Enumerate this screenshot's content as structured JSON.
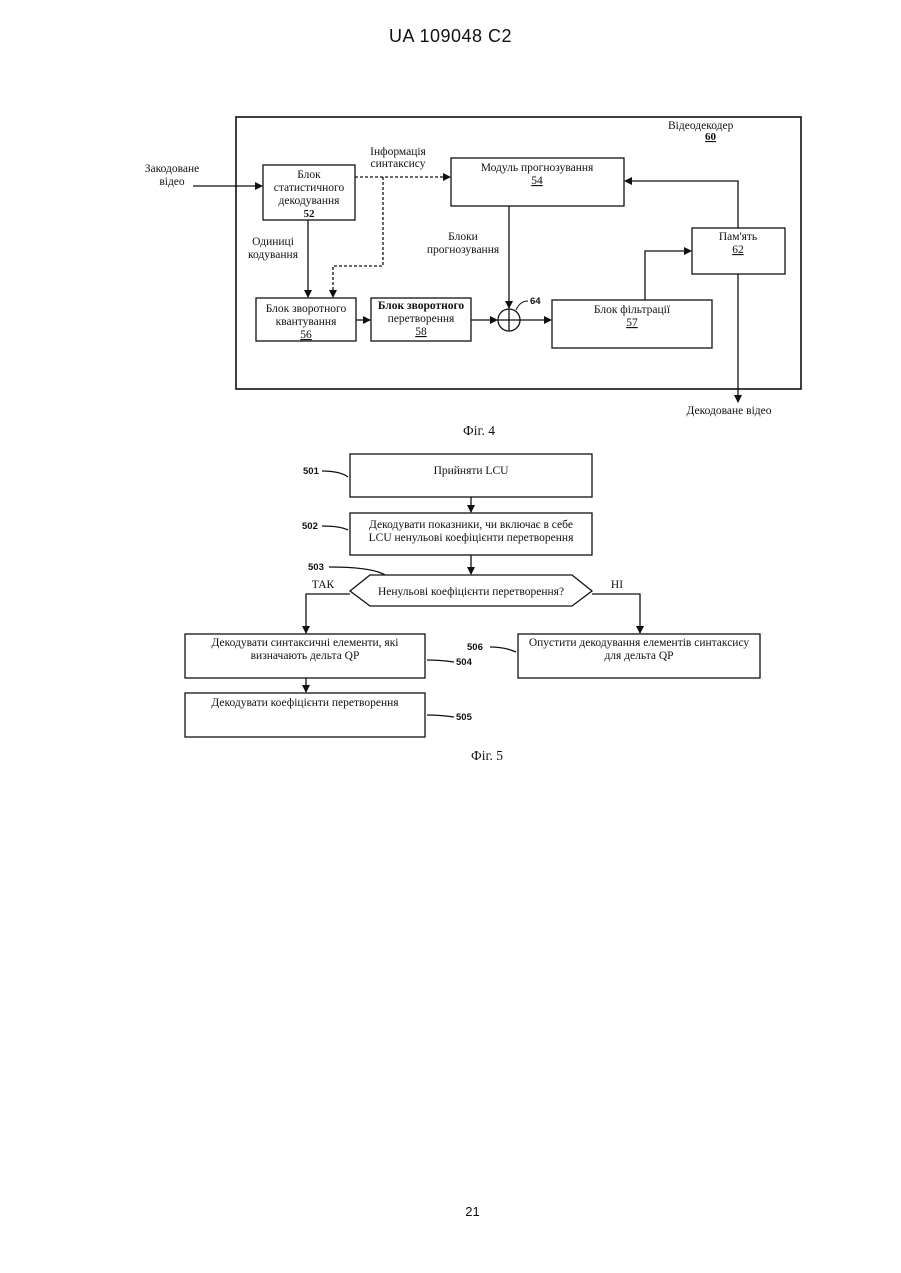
{
  "page": {
    "header": "UA   109048   C2",
    "page_number": "21"
  },
  "fig4": {
    "caption": "Фіг. 4",
    "decoder_label": "Відеодекодер",
    "decoder_num": "60",
    "input_label": [
      "Закодоване",
      "відео"
    ],
    "output_label": "Декодоване відео",
    "syntax_info": [
      "Інформація",
      "синтаксису"
    ],
    "coding_units": [
      "Одиниці",
      "кодування"
    ],
    "pred_blocks": [
      "Блоки",
      "прогнозування"
    ],
    "summer_num": "64",
    "entropy": {
      "lines": [
        "Блок",
        "статистичного",
        "декодування"
      ],
      "num": "52"
    },
    "prediction": {
      "lines": [
        "Модуль прогнозування"
      ],
      "num": "54"
    },
    "inv_quant": {
      "lines": [
        "Блок зворотного",
        "квантування"
      ],
      "num": "56"
    },
    "inv_transform": {
      "lines": [
        "Блок зворотного",
        "перетворення"
      ],
      "num": "58"
    },
    "filter": {
      "lines": [
        "Блок фільтрації"
      ],
      "num": "57"
    },
    "memory": {
      "lines": [
        "Пам'ять"
      ],
      "num": "62"
    }
  },
  "fig5": {
    "caption": "Фіг. 5",
    "yes_label": "ТАК",
    "no_label": "НІ",
    "s501": {
      "num": "501",
      "lines": [
        "Прийняти LCU"
      ]
    },
    "s502": {
      "num": "502",
      "lines": [
        "Декодувати показники, чи включає в себе",
        "LCU ненульові коефіцієнти перетворення"
      ]
    },
    "s503": {
      "num": "503",
      "lines": [
        "Ненульові коефіцієнти перетворення?"
      ]
    },
    "s504": {
      "num": "504",
      "lines": [
        "Декодувати синтаксичні елементи, які",
        "визначають дельта QP"
      ]
    },
    "s505": {
      "num": "505",
      "lines": [
        "Декодувати коефіцієнти перетворення"
      ]
    },
    "s506": {
      "num": "506",
      "lines": [
        "Опустити декодування елементів синтаксису",
        "для дельта QP"
      ]
    }
  }
}
